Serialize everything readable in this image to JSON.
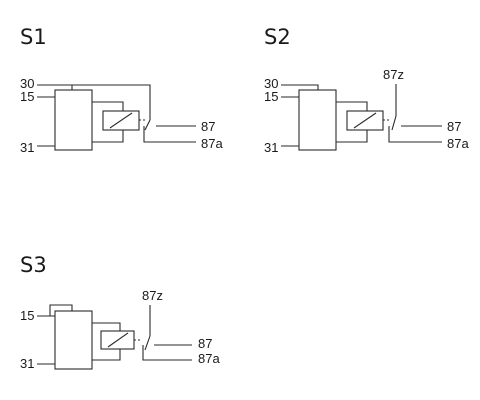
{
  "schematics": [
    {
      "title": "S1",
      "pins": {
        "p30": "30",
        "p15": "15",
        "p31": "31",
        "p87": "87",
        "p87a": "87a"
      }
    },
    {
      "title": "S2",
      "pins": {
        "p30": "30",
        "p15": "15",
        "p31": "31",
        "p87z": "87z",
        "p87": "87",
        "p87a": "87a"
      }
    },
    {
      "title": "S3",
      "pins": {
        "p15": "15",
        "p31": "31",
        "p87z": "87z",
        "p87": "87",
        "p87a": "87a"
      }
    }
  ]
}
